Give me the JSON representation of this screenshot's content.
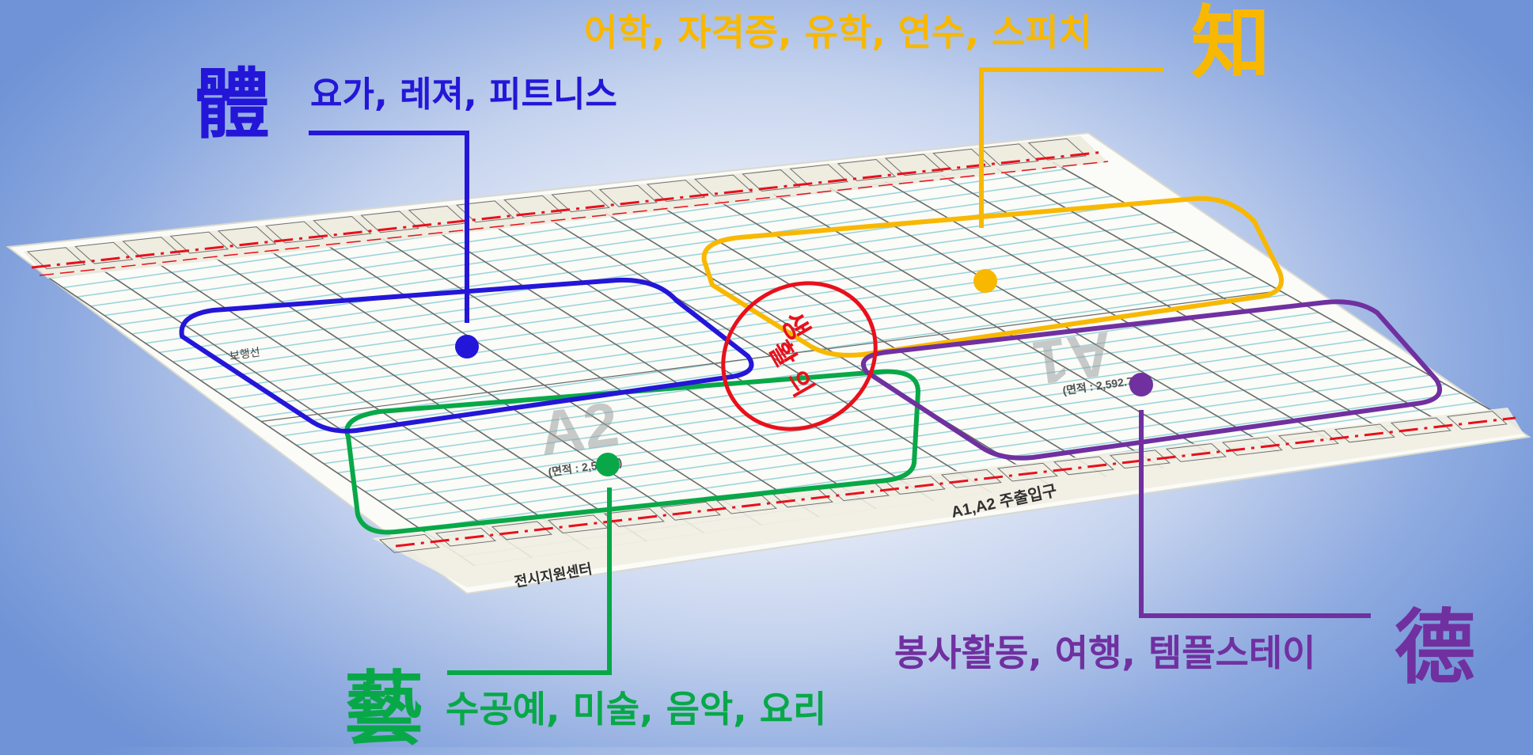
{
  "colors": {
    "ti": "#2416d8",
    "ji": "#f8b800",
    "ye": "#08a848",
    "deok": "#7030a0",
    "stamp": "#e8101c",
    "floor_outline": "#6a6a6a",
    "hatch": "#8ecfd6"
  },
  "ti": {
    "hanja": "體",
    "activities": "요가, 레져, 피트니스"
  },
  "ji": {
    "hanja": "知",
    "activities": "어학, 자격증, 유학, 연수, 스피치"
  },
  "ye": {
    "hanja": "藝",
    "activities": "수공예, 미술, 음악, 요리"
  },
  "deok": {
    "hanja": "德",
    "activities": "봉사활동, 여행, 템플스테이"
  },
  "stamp": {
    "line1": "생",
    "line2": "활 의"
  },
  "floorplan": {
    "hall_a1": "A1",
    "hall_a2": "A2",
    "a1_area": "(면적 : 2,592.7)",
    "a2_area": "(면적 : 2,592.7)",
    "entrance_label": "A1,A2 주출입구",
    "center_label": "전시지원센터",
    "left_label": "보행선"
  }
}
